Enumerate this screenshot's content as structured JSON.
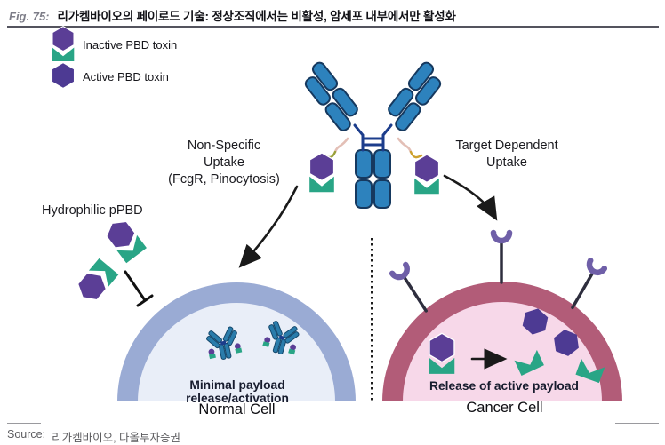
{
  "header": {
    "fig_label": "Fig. 75:",
    "title": "리가켐바이오의 페이로드 기술: 정상조직에서는 비활성, 암세포 내부에서만 활성화"
  },
  "legend": {
    "items": [
      {
        "icon": "inactive-pbd-toxin-icon",
        "label": "Inactive PBD toxin"
      },
      {
        "icon": "active-pbd-toxin-icon",
        "label": "Active PBD toxin"
      }
    ]
  },
  "diagram": {
    "labels": {
      "non_specific_uptake": "Non-Specific\nUptake\n(FcgR, Pinocytosis)",
      "target_dependent_uptake": "Target Dependent\nUptake",
      "hydrophilic_ppbd": "Hydrophilic pPBD"
    },
    "normal_cell": {
      "caption": "Minimal payload release/activation",
      "label": "Normal Cell"
    },
    "cancer_cell": {
      "caption": "Release of active payload",
      "label": "Cancer Cell"
    }
  },
  "source": {
    "prefix": "Source:",
    "text": "리가켐바이오, 다올투자증권"
  },
  "colors": {
    "toxin_purple": "#5b3e96",
    "toxin_purple_dark": "#4d3a93",
    "toxin_teal": "#29a586",
    "antibody_blue": "#2d82bd",
    "antibody_outline": "#16395f",
    "hinge_navy": "#1c3d8c",
    "normal_membrane": "#9aabd4",
    "normal_cytoplasm": "#e9eef8",
    "cancer_membrane": "#b25c78",
    "cancer_cytoplasm": "#f7d8e9",
    "receptor_purple": "#6f5fa8"
  }
}
